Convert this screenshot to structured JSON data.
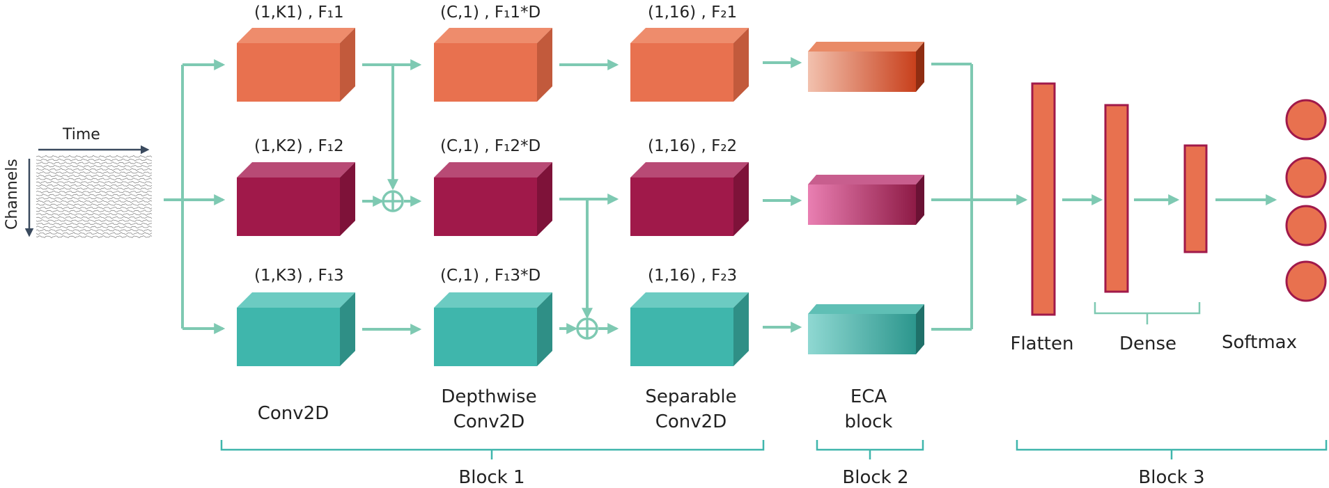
{
  "colors": {
    "arrow": "#7ec9b2",
    "orange": "#e8714f",
    "crimson": "#a0194a",
    "teal": "#3fb6ac",
    "dense_fill": "#e8714f",
    "dense_stroke": "#a0194a",
    "signal": "#8a8a8a",
    "axis_arrow": "#3a4a5e"
  },
  "input": {
    "x_axis_label": "Time",
    "y_axis_label": "Channels"
  },
  "block1": {
    "conv2d": {
      "row1": "(1,K1) , F₁1",
      "row2": "(1,K2) , F₁2",
      "row3": "(1,K3) , F₁3",
      "caption": "Conv2D"
    },
    "depthwise": {
      "row1": "(C,1) , F₁1*D",
      "row2": "(C,1) , F₁2*D",
      "row3": "(C,1) , F₁3*D",
      "caption_line1": "Depthwise",
      "caption_line2": "Conv2D"
    },
    "separable": {
      "row1": "(1,16) , F₂1",
      "row2": "(1,16) , F₂2",
      "row3": "(1,16) , F₂3",
      "caption_line1": "Separable",
      "caption_line2": "Conv2D"
    },
    "label": "Block 1"
  },
  "block2": {
    "caption_line1": "ECA",
    "caption_line2": "block",
    "label": "Block 2"
  },
  "block3": {
    "flatten": "Flatten",
    "dense": "Dense",
    "softmax": "Softmax",
    "label": "Block 3"
  }
}
